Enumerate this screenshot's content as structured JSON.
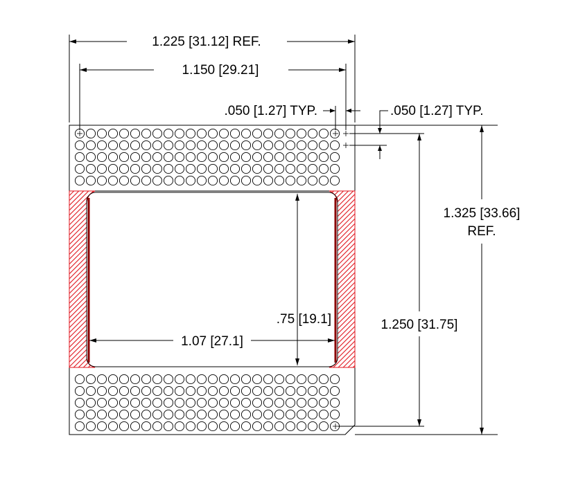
{
  "dimensions": {
    "overall_width": "1.225 [31.12] REF.",
    "hole_span_width": "1.150 [29.21]",
    "pitch_x": ".050 [1.27] TYP.",
    "pitch_y": ".050 [1.27] TYP.",
    "overall_height_line1": "1.325 [33.66]",
    "overall_height_line2": "REF.",
    "hole_span_height": "1.250 [31.75]",
    "window_width": "1.07 [27.1]",
    "window_height": ".75 [19.1]"
  },
  "grid": {
    "columns": 24,
    "top_rows": 5,
    "bottom_rows": 5
  },
  "colors": {
    "line": "#000000",
    "hatch": "#e0161e",
    "background": "#ffffff"
  }
}
